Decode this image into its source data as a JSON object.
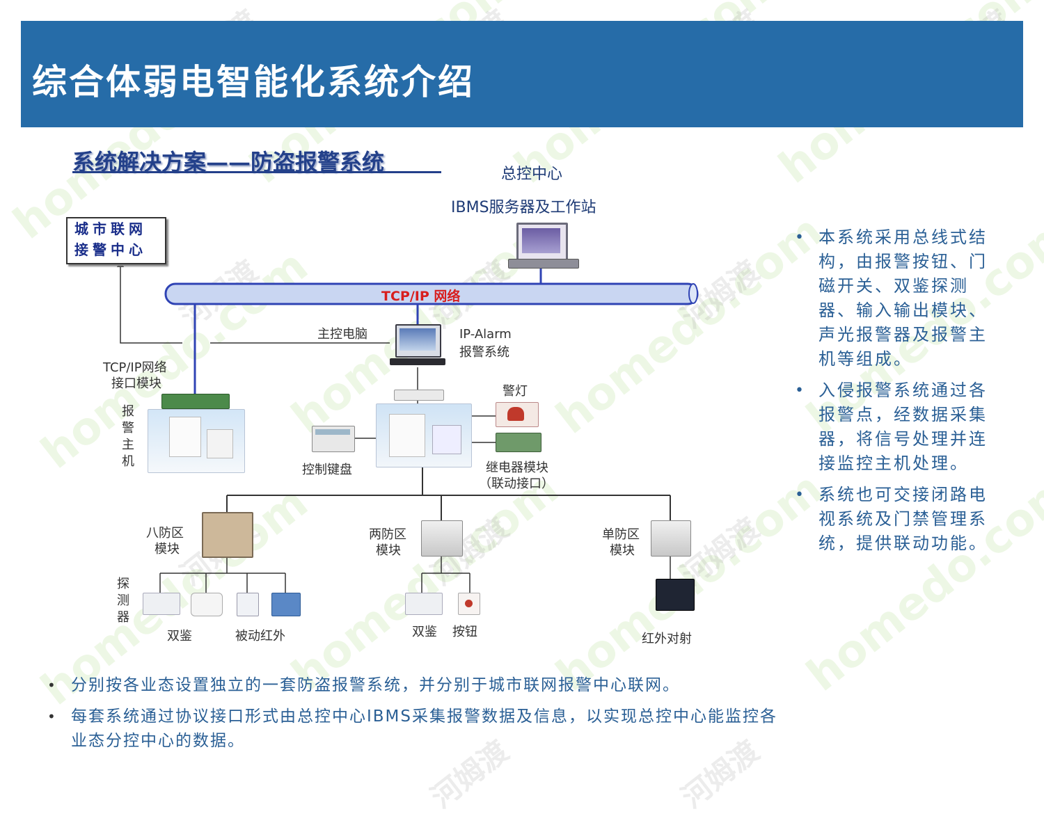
{
  "title": "综合体弱电智能化系统介绍",
  "subtitle": "系统解决方案——防盗报警系统",
  "watermarks": [
    "homedo.com",
    "河姆渡"
  ],
  "diagram": {
    "control_center": "总控中心",
    "ibms_server": "IBMS服务器及工作站",
    "city_center": [
      "城市联网",
      "接警中心"
    ],
    "network": "TCP/IP 网络",
    "main_pc": "主控电脑",
    "ip_alarm": [
      "IP-Alarm",
      "报警系统"
    ],
    "tcp_module": [
      "TCP/IP网络",
      "接口模块"
    ],
    "alarm_host": "报警主机",
    "warning_light": "警灯",
    "keyboard": "控制键盘",
    "relay": [
      "继电器模块",
      "（联动接口）"
    ],
    "zone8": [
      "八防区",
      "模块"
    ],
    "zone2": [
      "两防区",
      "模块"
    ],
    "zone1": [
      "单防区",
      "模块"
    ],
    "detector": "探测器",
    "dual_tech": "双鉴",
    "passive_ir": "被动红外",
    "dual_tech_2": "双鉴",
    "button": "按钮",
    "ir_beam": "红外对射"
  },
  "right_bullets": [
    "本系统采用总线式结构，由报警按钮、门磁开关、双鉴探测器、输入输出模块、声光报警器及报警主机等组成。",
    "入侵报警系统通过各报警点，经数据采集器，将信号处理并连接监控主机处理。",
    "系统也可交接闭路电视系统及门禁管理系统，提供联动功能。"
  ],
  "bottom_bullets": [
    "分别按各业态设置独立的一套防盗报警系统，并分别于城市联网报警中心联网。",
    "每套系统通过协议接口形式由总控中心IBMS采集报警数据及信息，以实现总控中心能监控各业态分控中心的数据。"
  ],
  "colors": {
    "header": "#266ca8",
    "text_blue": "#2a5f95",
    "network_red": "#d81e1e",
    "pipe": "#2f43b4"
  }
}
